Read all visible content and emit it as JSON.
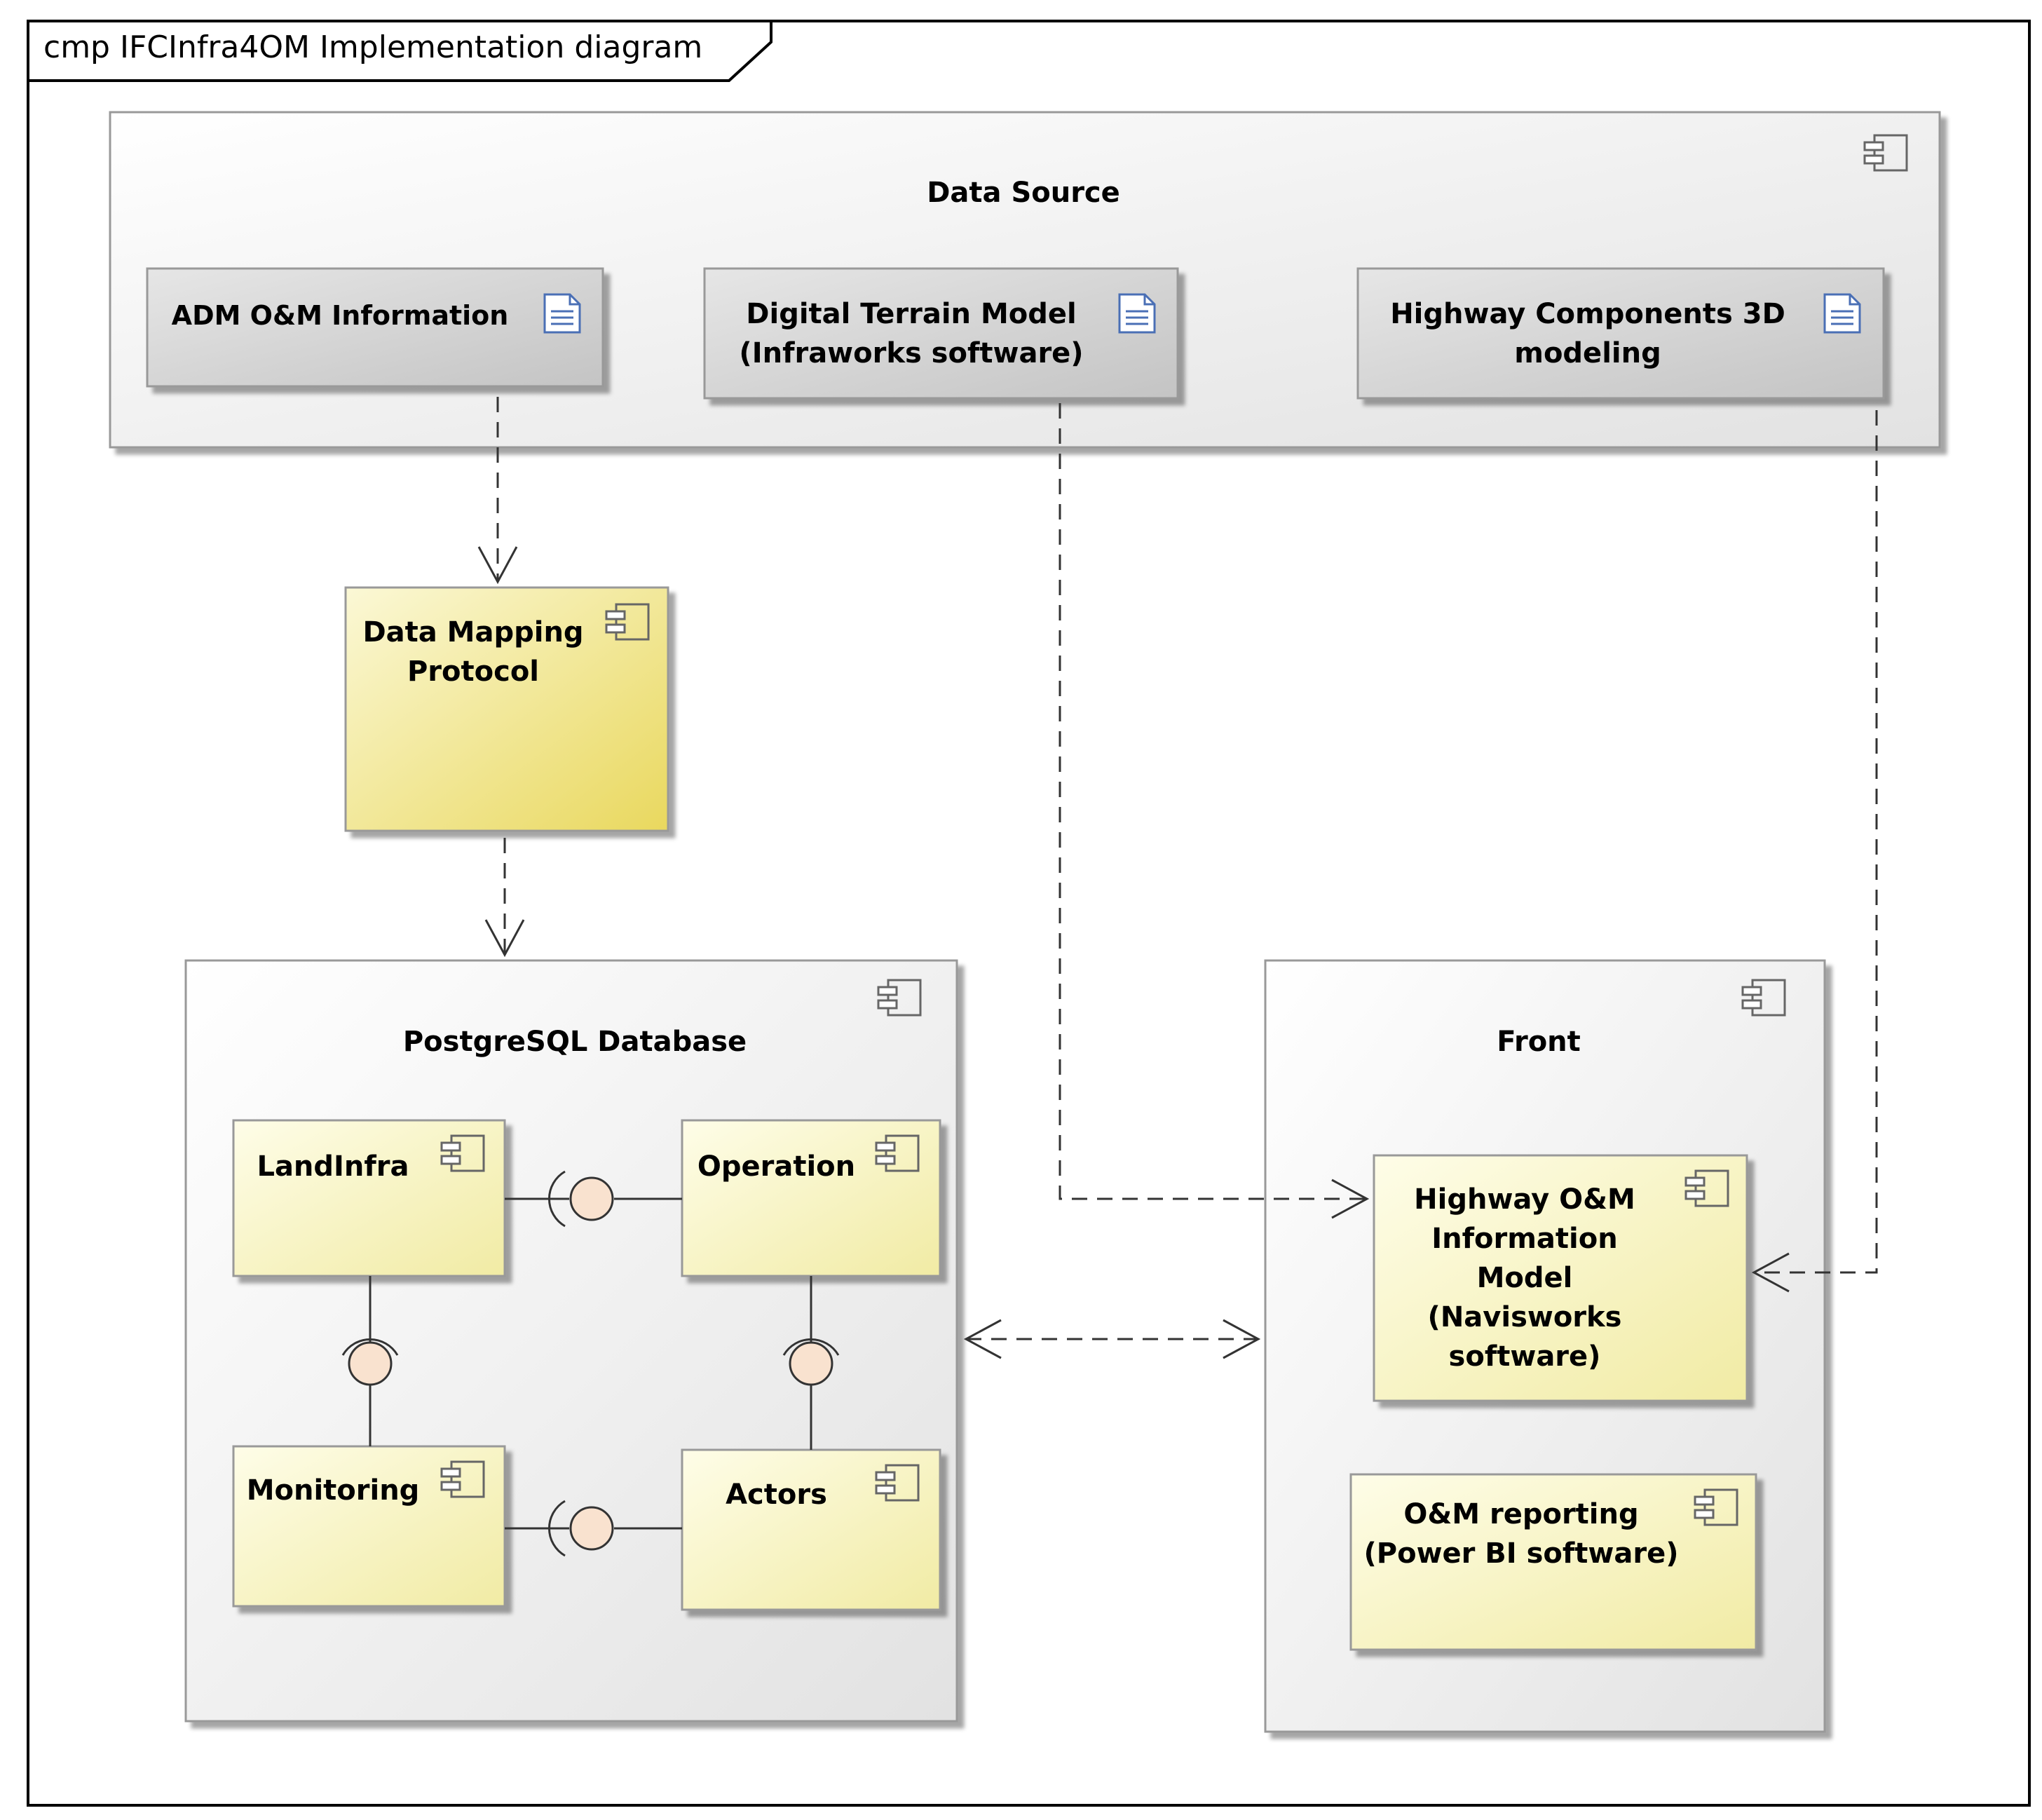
{
  "frame": {
    "title": "cmp IFCInfra4OM Implementation diagram"
  },
  "components": {
    "data_source": {
      "label": "Data Source",
      "icon": "component-icon"
    },
    "adm_info": {
      "label": "ADM O&M Information",
      "icon": "artifact-icon"
    },
    "dtm": {
      "line1": "Digital Terrain Model",
      "line2": "(Infraworks software)",
      "icon": "artifact-icon"
    },
    "highway_3d": {
      "line1": "Highway Components 3D",
      "line2": "modeling",
      "icon": "artifact-icon"
    },
    "mapping": {
      "line1": "Data Mapping",
      "line2": "Protocol",
      "icon": "component-icon"
    },
    "postgres": {
      "label": "PostgreSQL Database",
      "icon": "component-icon"
    },
    "landinfra": {
      "label": "LandInfra",
      "icon": "component-icon"
    },
    "operation": {
      "label": "Operation",
      "icon": "component-icon"
    },
    "monitoring": {
      "label": "Monitoring",
      "icon": "component-icon"
    },
    "actors": {
      "label": "Actors",
      "icon": "component-icon"
    },
    "front": {
      "label": "Front",
      "icon": "component-icon"
    },
    "highway_info_model": {
      "line1": "Highway O&M",
      "line2": "Information",
      "line3": "Model",
      "line4": "(Navisworks",
      "line5": "software)",
      "icon": "component-icon"
    },
    "reporting": {
      "line1": "O&M reporting",
      "line2": "(Power BI software)",
      "icon": "component-icon"
    }
  },
  "colors": {
    "gray_fill_light": "#f4f4f4",
    "gray_fill_dark": "#e4e4e4",
    "artifact_fill_light": "#e2e2e2",
    "artifact_fill_dark": "#c6c6c6",
    "yellow_fill_light": "#fbf8d6",
    "yellow_fill_dark": "#ebdb63",
    "inner_yellow_light": "#fefde8",
    "inner_yellow_dark": "#f2eca6",
    "interface_ball": "#f9e2cf",
    "line": "#333333",
    "icon_blue": "#4a6fb5"
  }
}
